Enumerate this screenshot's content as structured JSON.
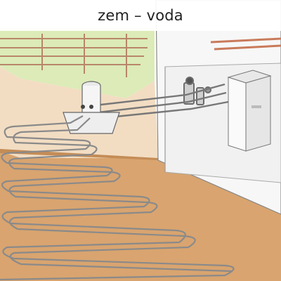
{
  "title": "zem – voda",
  "colors": {
    "soil_face": "#f2ddc3",
    "soil_top": "#d9a46f",
    "lawn": "#dcebb8",
    "wall": "#f2f2f2",
    "pipe": "#7a7a7a",
    "loop_red": "#c97a5a"
  },
  "components": [
    {
      "name": "ground-collector-loop"
    },
    {
      "name": "collector-shaft"
    },
    {
      "name": "heat-pump-unit"
    },
    {
      "name": "manifold-valves"
    },
    {
      "name": "garden-fence"
    }
  ]
}
